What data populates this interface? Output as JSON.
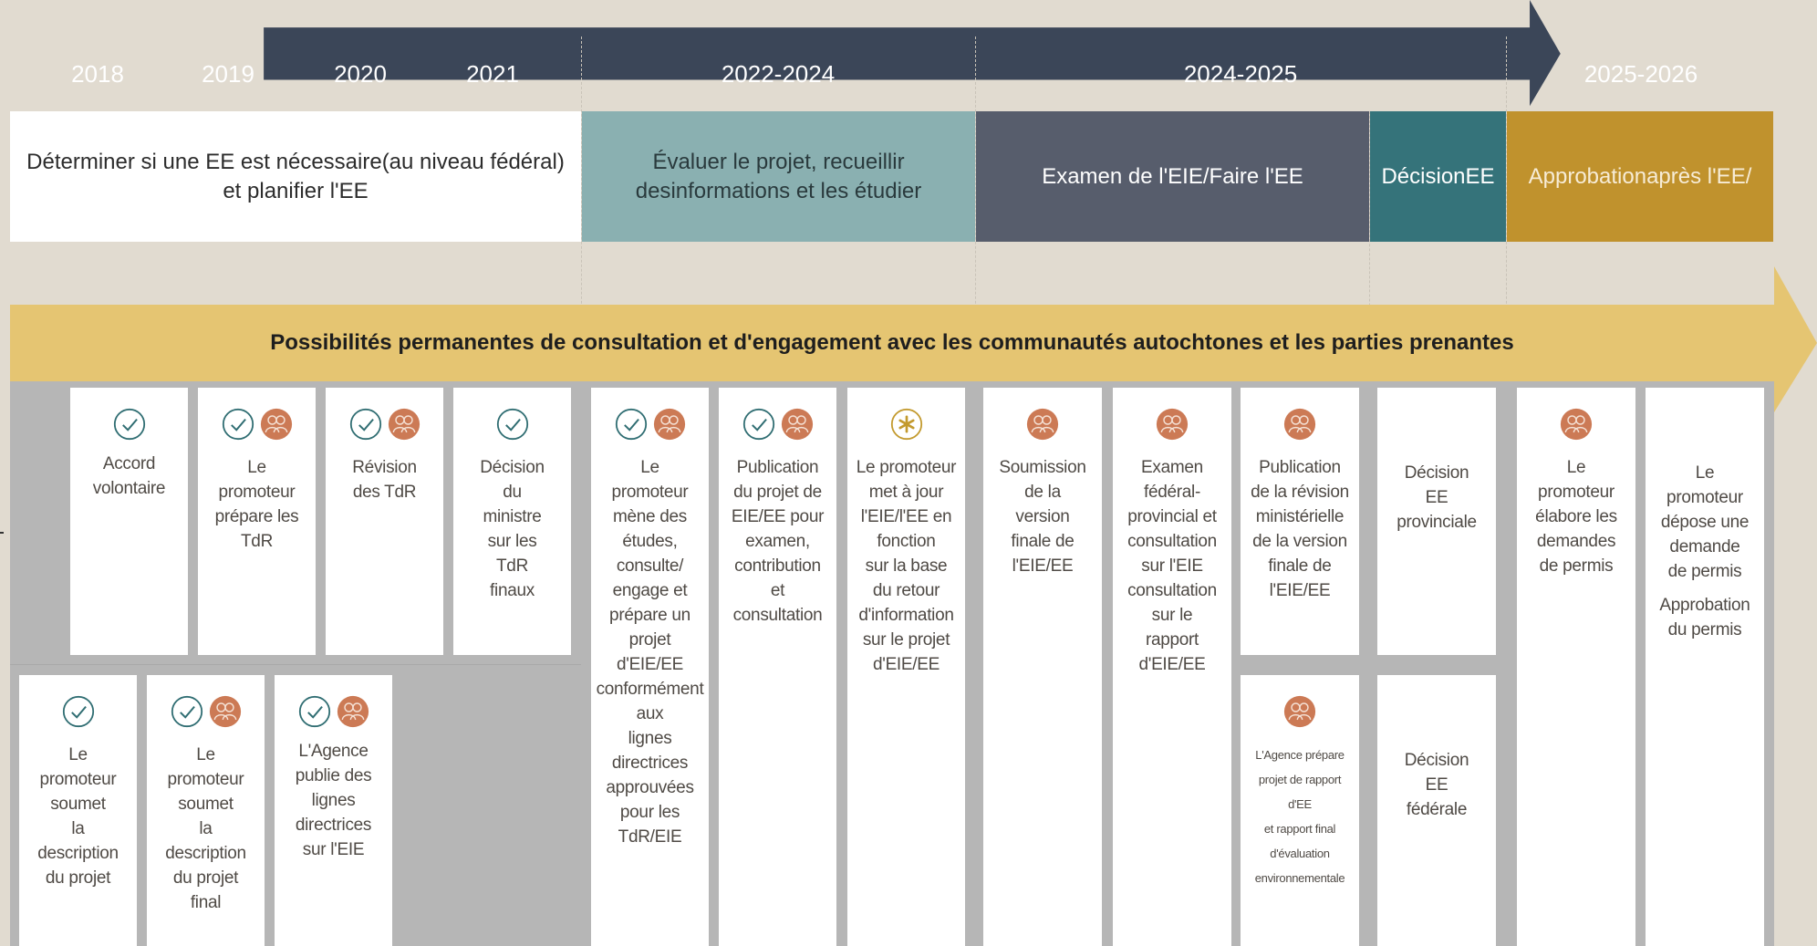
{
  "colors": {
    "background": "#e1dbd0",
    "year_bar": "#3b4658",
    "phase_white": "#ffffff",
    "phase_teal_light": "#8ab0b1",
    "phase_slate": "#575d6c",
    "phase_teal_dark": "#35737a",
    "phase_gold": "#c0922d",
    "consultation_band": "#e5c572",
    "card_area_grey": "#b6b6b6",
    "check_icon": "#2f6d72",
    "people_icon": "#cc7a55",
    "asterisk_icon": "#c39a2e"
  },
  "years": [
    "2018",
    "2019",
    "2020",
    "2021",
    "2022-2024",
    "2024-2025",
    "2025-2026"
  ],
  "phases": [
    {
      "lines": [
        "Déterminer si une EE est nécessaire",
        "(au niveau fédéral) et planifier l'EE"
      ]
    },
    {
      "lines": [
        "Évaluer le projet, recueillir des",
        "informations et les étudier"
      ]
    },
    {
      "lines": [
        "Examen de l'EIE/Faire l'EE"
      ]
    },
    {
      "lines": [
        "Décision",
        "EE"
      ]
    },
    {
      "lines": [
        "Approbation",
        "après l'EE/"
      ]
    }
  ],
  "consultation_band": {
    "label": "Possibilités permanentes de consultation et d'engagement avec les communautés autochtones et les parties prenantes"
  },
  "cards": [
    {
      "icons": [
        "check-icon"
      ],
      "lines": [
        "Accord",
        "volontaire"
      ]
    },
    {
      "icons": [
        "check-icon",
        "people-icon"
      ],
      "lines": [
        "Le",
        "promoteur",
        "prépare les",
        "TdR"
      ]
    },
    {
      "icons": [
        "check-icon",
        "people-icon"
      ],
      "lines": [
        "Révision",
        "des TdR"
      ]
    },
    {
      "icons": [
        "check-icon"
      ],
      "lines": [
        "Décision",
        "du",
        "ministre",
        "sur les",
        "TdR",
        "finaux"
      ]
    },
    {
      "icons": [
        "check-icon"
      ],
      "lines": [
        "Le",
        "promoteur",
        "soumet",
        "la",
        "description",
        "du projet"
      ]
    },
    {
      "icons": [
        "check-icon",
        "people-icon"
      ],
      "lines": [
        "Le",
        "promoteur",
        "soumet",
        "la",
        "description",
        "du projet",
        "final"
      ]
    },
    {
      "icons": [
        "check-icon",
        "people-icon"
      ],
      "lines": [
        "L'Agence",
        "publie des",
        "lignes",
        "directrices",
        "sur l'EIE"
      ]
    },
    {
      "icons": [
        "check-icon",
        "people-icon"
      ],
      "lines": [
        "Le",
        "promoteur",
        "mène des",
        "études,",
        "consulte/",
        "engage et",
        "prépare un",
        "projet",
        "d'EIE/EE",
        "conformément",
        "aux",
        "lignes",
        "directrices",
        "approuvées",
        "pour les",
        "TdR/EIE"
      ]
    },
    {
      "icons": [
        "check-icon",
        "people-icon"
      ],
      "lines": [
        "Publication",
        "du projet de",
        "EIE/EE pour",
        "examen,",
        "contribution",
        "et",
        "consultation"
      ]
    },
    {
      "icons": [
        "asterisk-icon"
      ],
      "lines": [
        "Le promoteur",
        "met à jour",
        "l'EIE/l'EE en",
        "fonction",
        "sur la base",
        "du retour",
        "d'information",
        "sur le projet",
        "d'EIE/EE"
      ]
    },
    {
      "icons": [
        "people-icon"
      ],
      "lines": [
        "Soumission",
        "de la",
        "version",
        "finale de",
        "l'EIE/EE"
      ]
    },
    {
      "icons": [
        "people-icon"
      ],
      "lines": [
        "Examen",
        "fédéral-",
        "provincial et",
        "consultation",
        "sur l'EIE",
        "consultation",
        "sur le",
        "rapport",
        "d'EIE/EE"
      ]
    },
    {
      "icons": [
        "people-icon"
      ],
      "lines": [
        "Publication",
        "de la révision",
        "ministérielle",
        "de la version",
        "finale de",
        "l'EIE/EE"
      ]
    },
    {
      "icons": [
        "people-icon"
      ],
      "lines": [
        "L'Agence prépare",
        "projet de rapport",
        "d'EE",
        "et rapport final",
        "d'évaluation",
        "environnementale"
      ]
    },
    {
      "icons": [],
      "lines": [
        "Décision",
        "EE",
        "provinciale"
      ]
    },
    {
      "icons": [],
      "lines": [
        "Décision",
        "EE",
        "fédérale"
      ]
    },
    {
      "icons": [
        "people-icon"
      ],
      "lines": [
        "Le",
        "promoteur",
        "élabore les",
        "demandes",
        "de permis"
      ]
    },
    {
      "icons": [],
      "lines": [
        "Le",
        "promoteur",
        "dépose une",
        "demande",
        "de permis"
      ],
      "lines2": [
        "Approbation",
        "du permis"
      ]
    }
  ]
}
